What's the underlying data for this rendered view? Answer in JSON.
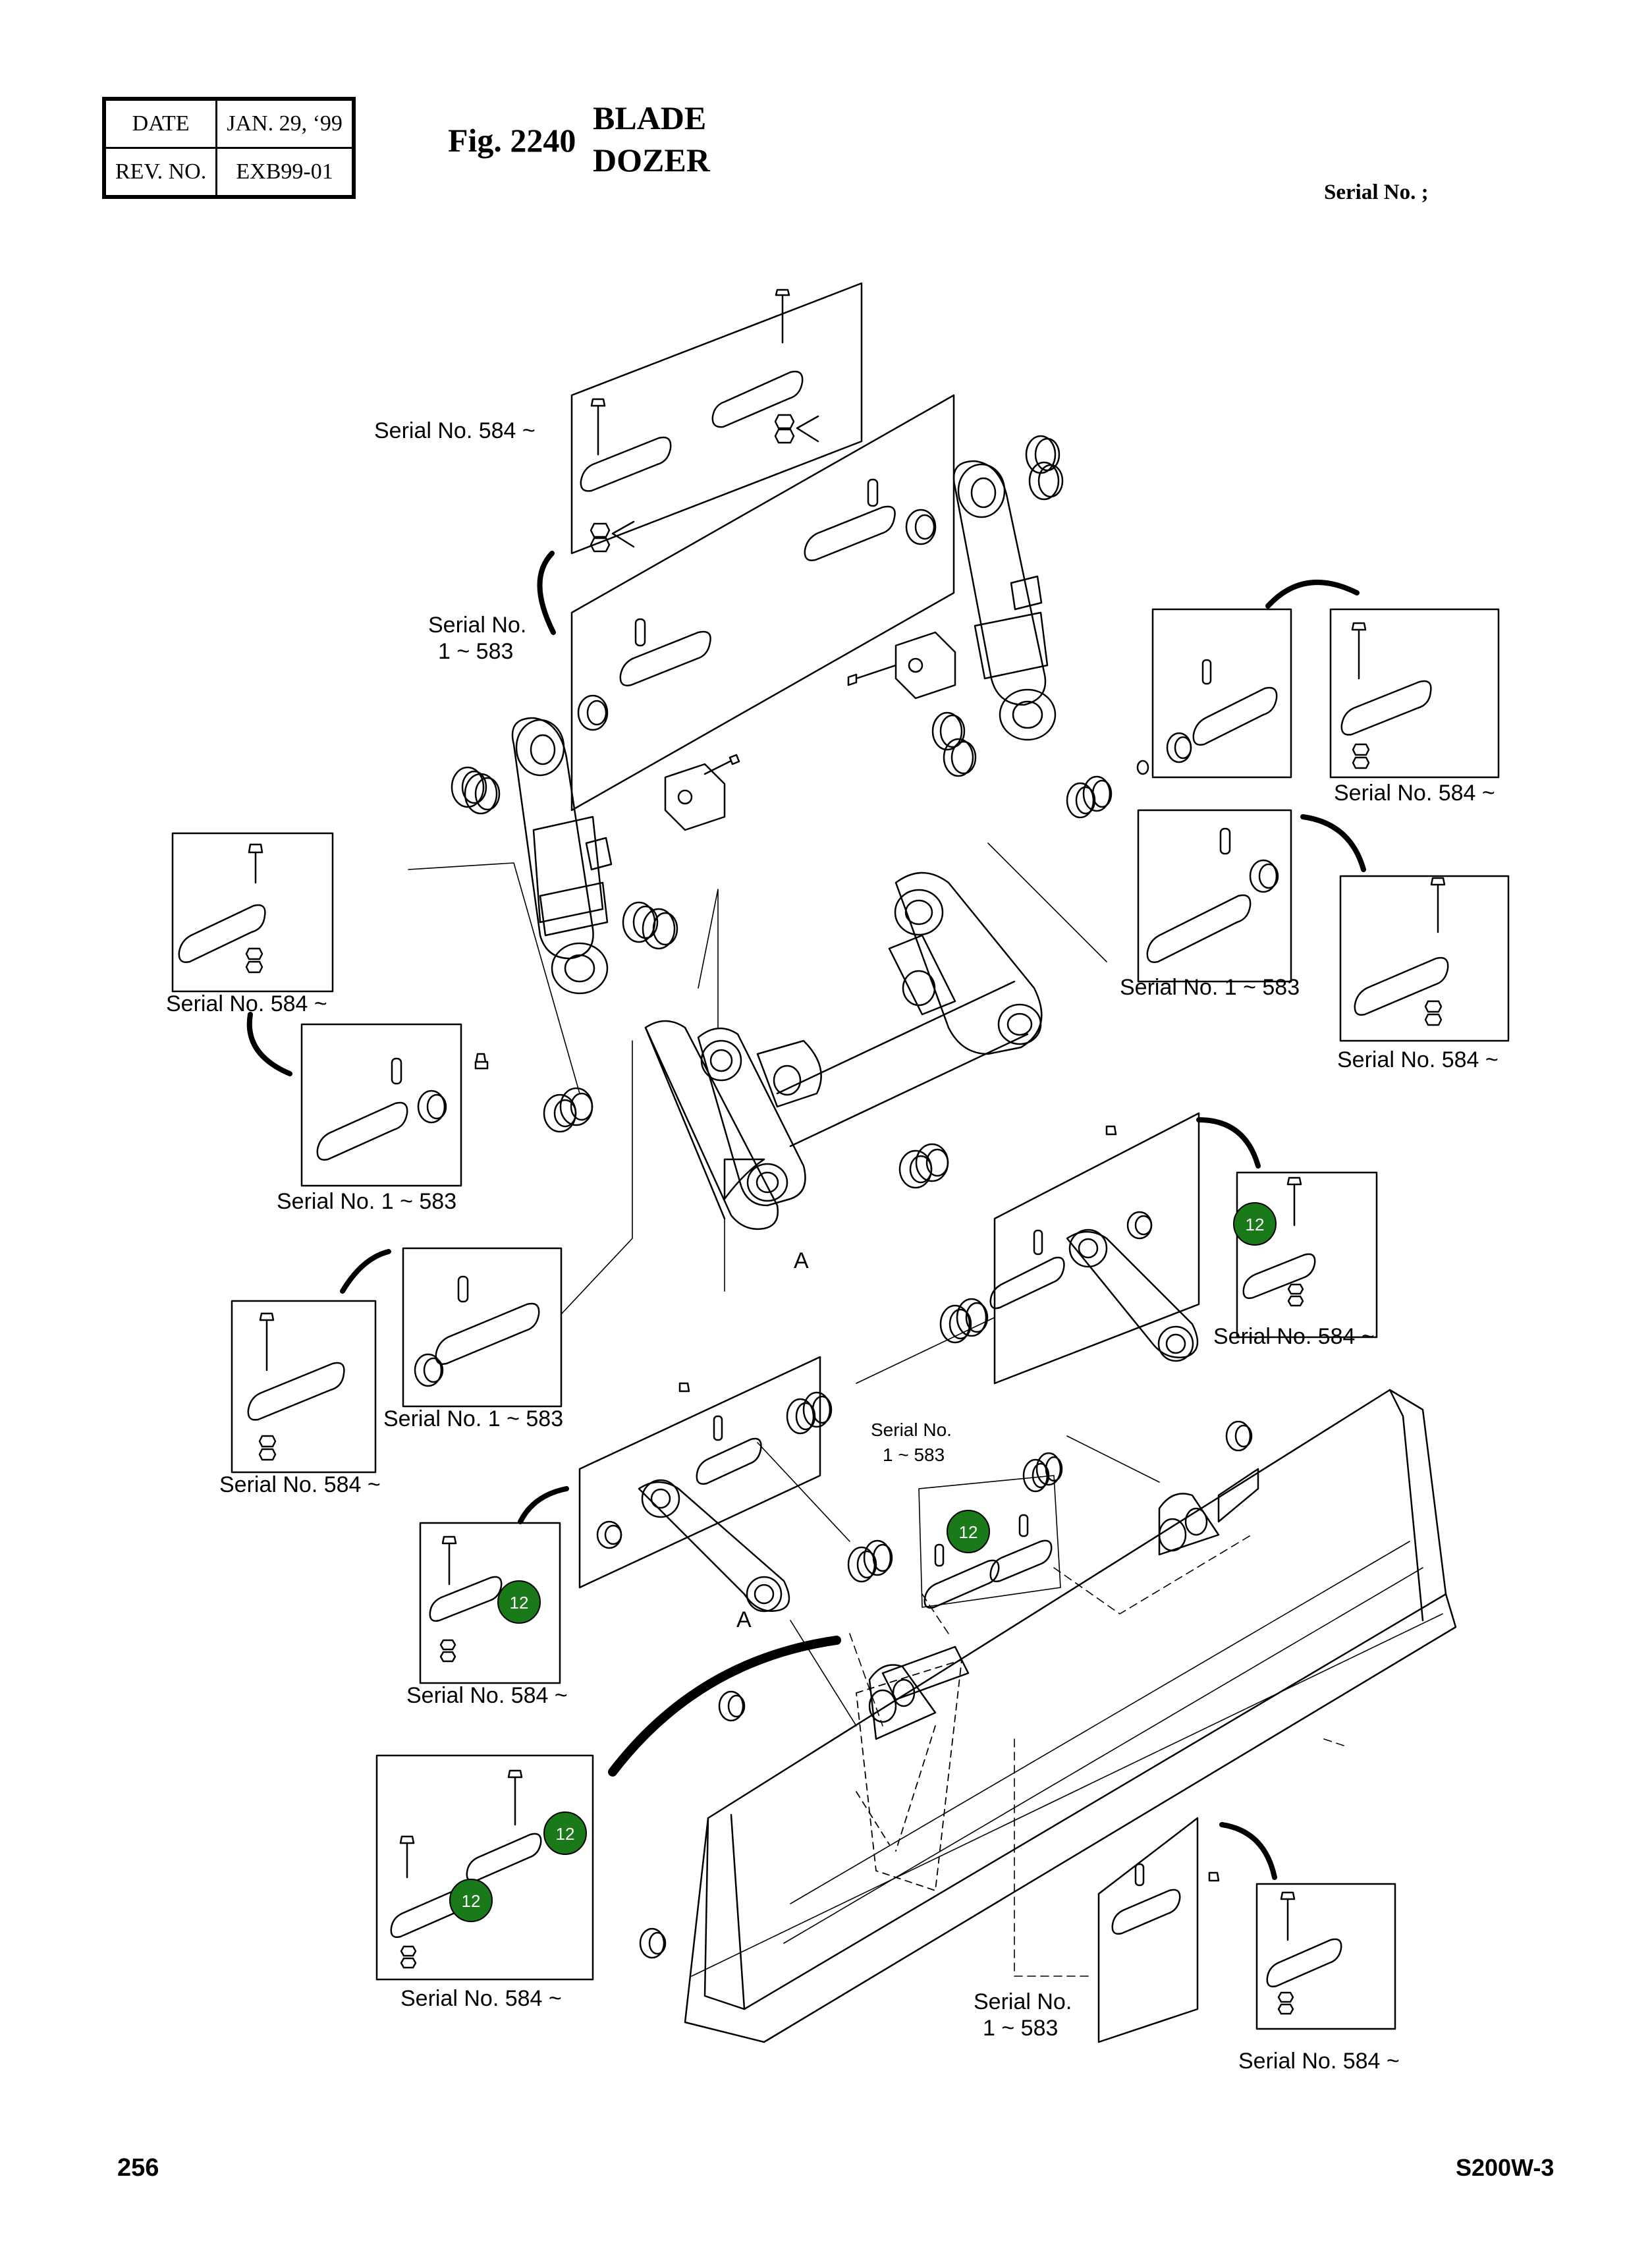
{
  "header": {
    "date_label": "DATE",
    "date_value": "JAN. 29, ‘99",
    "rev_label": "REV. NO.",
    "rev_value": "EXB99-01"
  },
  "figure": {
    "number": "Fig. 2240",
    "name_line1": "BLADE",
    "name_line2": "DOZER",
    "serial_header": "Serial No. ;"
  },
  "labels": {
    "s584": "Serial No. 584 ~",
    "s1_583": "Serial No. 1 ~ 583",
    "serial_no": "Serial No.",
    "range_1_583": "1 ~ 583",
    "marker_a": "A"
  },
  "badge": {
    "text": "12",
    "color": "#1a7a1a"
  },
  "footer": {
    "page": "256",
    "model": "S200W-3"
  }
}
